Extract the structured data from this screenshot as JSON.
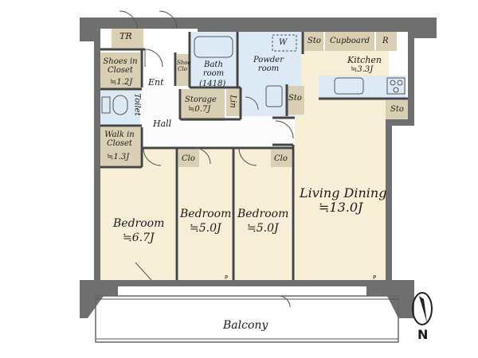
{
  "rooms": {
    "tr": {
      "name": "TR"
    },
    "shoes": {
      "name": "Shoes in Closet",
      "area": "≒1.2J"
    },
    "ent": {
      "name": "Ent"
    },
    "shoe_clo": {
      "name": "Shoe Clo"
    },
    "bath": {
      "name": "Bath room",
      "size": "(1418)"
    },
    "powder": {
      "name": "Powder room"
    },
    "w": {
      "name": "W"
    },
    "sto_kitchen": {
      "name": "Sto"
    },
    "cupboard": {
      "name": "Cupboard"
    },
    "r": {
      "name": "R"
    },
    "kitchen": {
      "name": "Kitchen",
      "area": "≒3.3J"
    },
    "toilet": {
      "name": "Toilet"
    },
    "storage": {
      "name": "Storage",
      "area": "≒0.7J"
    },
    "lin": {
      "name": "Lin"
    },
    "sto_mid": {
      "name": "Sto"
    },
    "sto_right": {
      "name": "Sto"
    },
    "hall": {
      "name": "Hall"
    },
    "wic": {
      "name": "Walk in Closet",
      "area": "≒1.3J"
    },
    "clo1": {
      "name": "Clo"
    },
    "clo2": {
      "name": "Clo"
    },
    "bedroom1": {
      "name": "Bedroom",
      "area": "≒6.7J"
    },
    "bedroom2": {
      "name": "Bedroom",
      "area": "≒5.0J"
    },
    "bedroom3": {
      "name": "Bedroom",
      "area": "≒5.0J"
    },
    "living": {
      "name": "Living Dining",
      "area": "≒13.0J"
    },
    "balcony": {
      "name": "Balcony"
    },
    "p1": {
      "name": "P"
    },
    "p2": {
      "name": "P"
    }
  },
  "compass": {
    "label": "N"
  },
  "colors": {
    "wall": "#6f6f6f",
    "floor": "#f7efd5",
    "closet": "#d9d0b4",
    "wet": "#dde9f4",
    "line": "#333333"
  }
}
